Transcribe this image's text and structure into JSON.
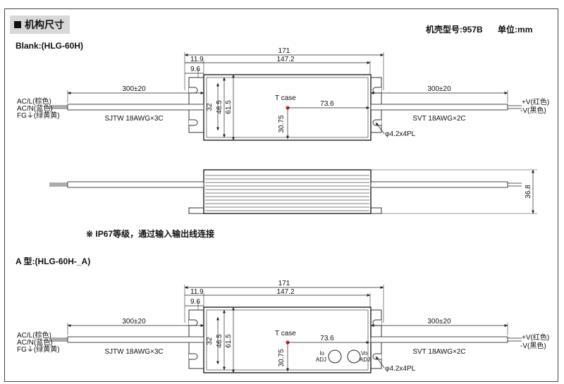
{
  "header": {
    "section_title": "机构尺寸",
    "case_no": "机壳型号:957B",
    "unit": "单位:mm"
  },
  "sections": [
    {
      "label": "Blank:(HLG-60H)"
    },
    {
      "label": "A 型:(HLG-60H-_A)"
    }
  ],
  "note": "※ IP67等级，通过输入输出线连接",
  "dims": {
    "overall_length": "171",
    "body_length": "147.2",
    "flange_offset": "11.9",
    "mount_offset": "9.6",
    "cable_length": "300±20",
    "height_inner": "32",
    "height_mid": "46.5",
    "height_outer": "61.5",
    "tcase_x": "73.6",
    "tcase_y": "30.75",
    "mount_hole": "φ4.2x4PL",
    "thickness": "36.8"
  },
  "labels": {
    "tcase": "T case",
    "input_cable": "SJTW 18AWG×3C",
    "output_cable": "SVT 18AWG×2C",
    "ac_l": "AC/L(棕色)",
    "ac_n": "AC/N(蓝色)",
    "fg": "FG⏚(绿黄黄)",
    "v_plus": "+V(红色)",
    "v_minus": "-V(黑色)",
    "io_top": "Io",
    "io_bottom": "ADJ",
    "vo_top": "Vo",
    "vo_bottom": "ADJ"
  },
  "colors": {
    "tcase_dot": "#e02020"
  }
}
